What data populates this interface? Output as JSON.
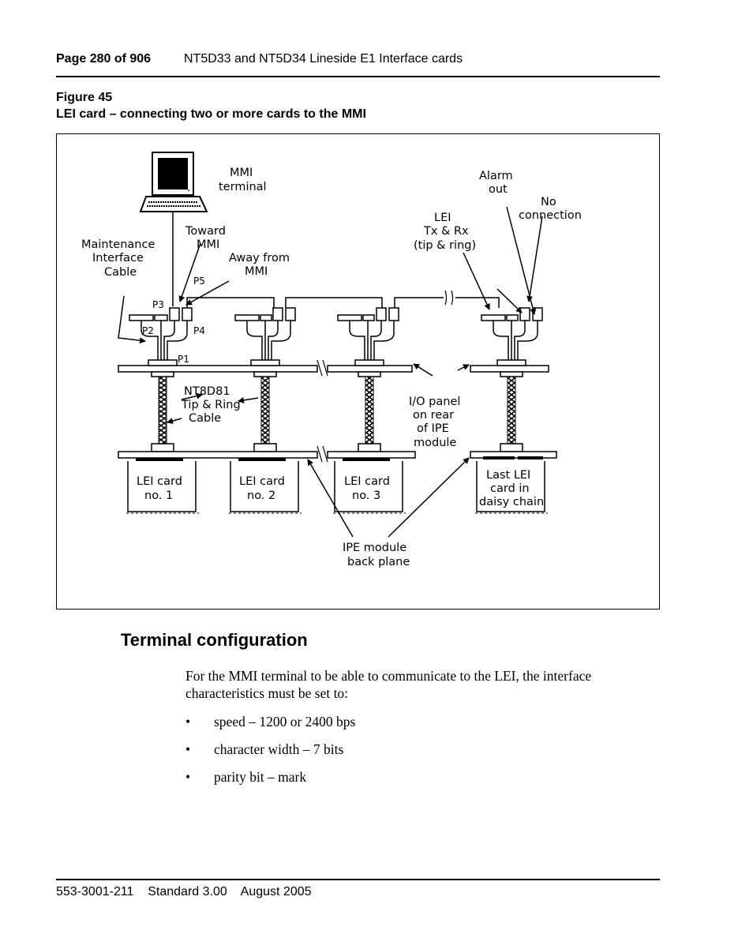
{
  "header": {
    "page_label": "Page 280 of 906",
    "doc_title": "NT5D33 and NT5D34 Lineside E1 Interface cards"
  },
  "figure": {
    "number": "Figure 45",
    "caption": "LEI card – connecting two or more cards to the MMI",
    "labels": {
      "mmi_terminal_1": "MMI",
      "mmi_terminal_2": "terminal",
      "maint_1": "Maintenance",
      "maint_2": "Interface",
      "maint_3": "Cable",
      "toward_1": "Toward",
      "toward_2": "MMI",
      "away_1": "Away from",
      "away_2": "MMI",
      "p5": "P5",
      "p3": "P3",
      "p2": "P2",
      "p4": "P4",
      "p1": "P1",
      "alarm_1": "Alarm",
      "alarm_2": "out",
      "noconn_1": "No",
      "noconn_2": "connection",
      "lei_txrx_1": "LEI",
      "lei_txrx_2": "Tx & Rx",
      "lei_txrx_3": "(tip & ring)",
      "nt8d81_1": "NT8D81",
      "nt8d81_2": "Tip & Ring",
      "nt8d81_3": "Cable",
      "io_1": "I/O panel",
      "io_2": "on rear",
      "io_3": "of IPE",
      "io_4": "module",
      "card1_1": "LEI card",
      "card1_2": "no. 1",
      "card2_1": "LEI card",
      "card2_2": "no. 2",
      "card3_1": "LEI card",
      "card3_2": "no. 3",
      "card4_1": "Last LEI",
      "card4_2": "card in",
      "card4_3": "daisy chain",
      "ipe_1": "IPE module",
      "ipe_2": "back plane"
    }
  },
  "section": {
    "title": "Terminal configuration",
    "paragraph": "For the MMI terminal to be able to communicate to the LEI, the interface characteristics must be set to:",
    "bullet_symbol": "•",
    "bullets": [
      "speed – 1200 or 2400 bps",
      "character width – 7 bits",
      "parity bit – mark"
    ]
  },
  "footer": {
    "text": "553-3001-211    Standard 3.00    August 2005"
  }
}
